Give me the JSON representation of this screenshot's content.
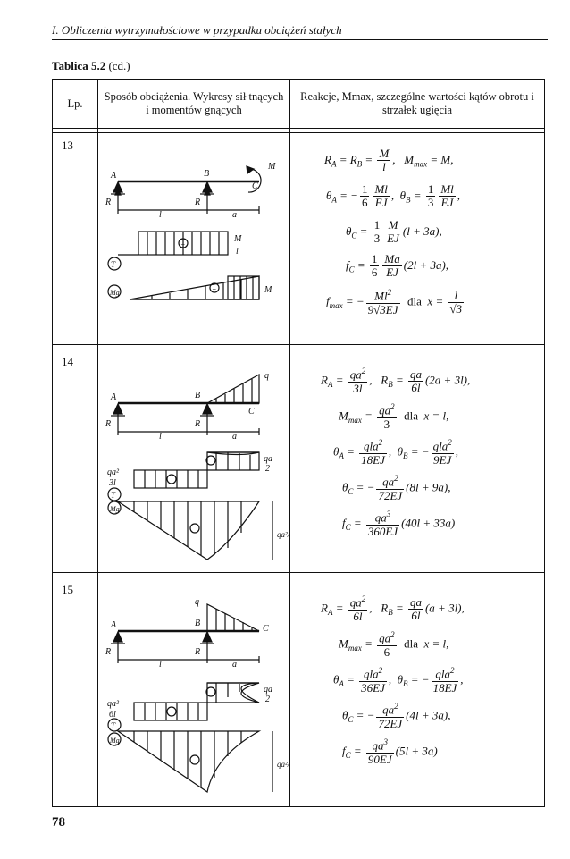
{
  "running_head": "I. Obliczenia wytrzymałościowe w przypadku obciążeń stałych",
  "caption_label": "Tablica 5.2",
  "caption_rest": " (cd.)",
  "headers": {
    "lp": "Lp.",
    "method": "Sposób obciążenia. Wykresy sił tnących i momentów gnących",
    "reactions": "Reakcje, Mmax, szczególne wartości kątów obrotu i strzałek ugięcia"
  },
  "rows": [
    {
      "lp": "13"
    },
    {
      "lp": "14"
    },
    {
      "lp": "15"
    }
  ],
  "page_number": "78"
}
